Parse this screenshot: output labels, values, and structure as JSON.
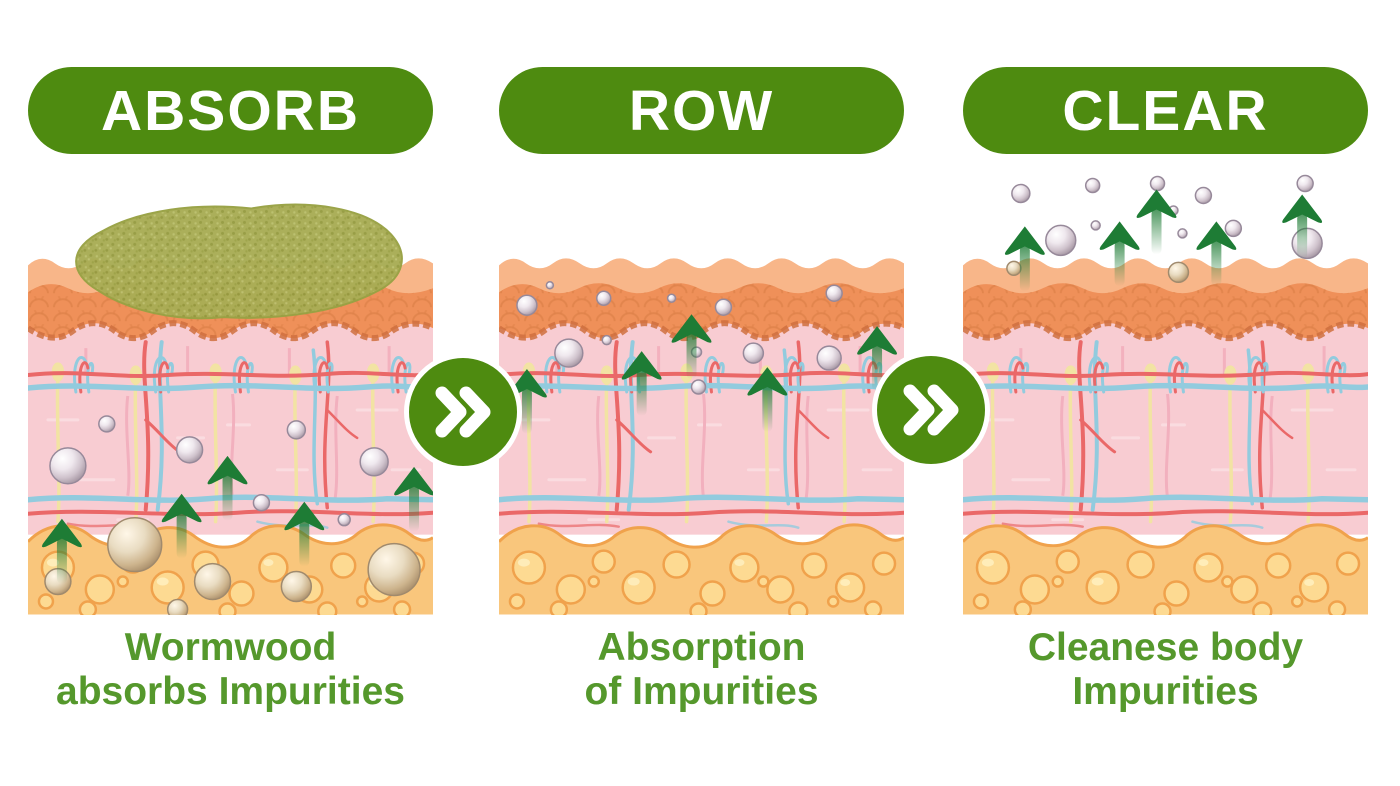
{
  "steps": {
    "count": 3,
    "flow_icon": "double-chevron-right-icon"
  },
  "panels": [
    {
      "id": "absorb",
      "pill_label": "ABSORB",
      "caption_lines": [
        "Wormwood",
        "absorbs Impurities"
      ],
      "illustration_icons": [
        "wormwood-patch",
        "impurity-bubble",
        "up-arrow-icon"
      ]
    },
    {
      "id": "row",
      "pill_label": "ROW",
      "caption_lines": [
        "Absorption",
        "of Impurities"
      ],
      "illustration_icons": [
        "impurity-bubble",
        "up-arrow-icon"
      ]
    },
    {
      "id": "clear",
      "pill_label": "CLEAR",
      "caption_lines": [
        "Cleanese body",
        "Impurities"
      ],
      "illustration_icons": [
        "impurity-bubble",
        "up-arrow-icon"
      ]
    }
  ],
  "connectors": [
    {
      "icon": "double-chevron-right-icon"
    },
    {
      "icon": "double-chevron-right-icon"
    }
  ],
  "palette": {
    "pill_green": "#4e8b10",
    "badge_green": "#4e8b10",
    "caption_green": "#55982c",
    "arrow_green": "#1e7c35",
    "wormwood_olive": "#a9ad55",
    "epidermis_light": "#f7b286",
    "epidermis_dark": "#ef9059",
    "dermis_pink": "#f8ccd2",
    "fat_yellow": "#f9c67c",
    "vessel_red": "#ea6868",
    "vessel_blue": "#92cbde",
    "background": "#ffffff"
  }
}
